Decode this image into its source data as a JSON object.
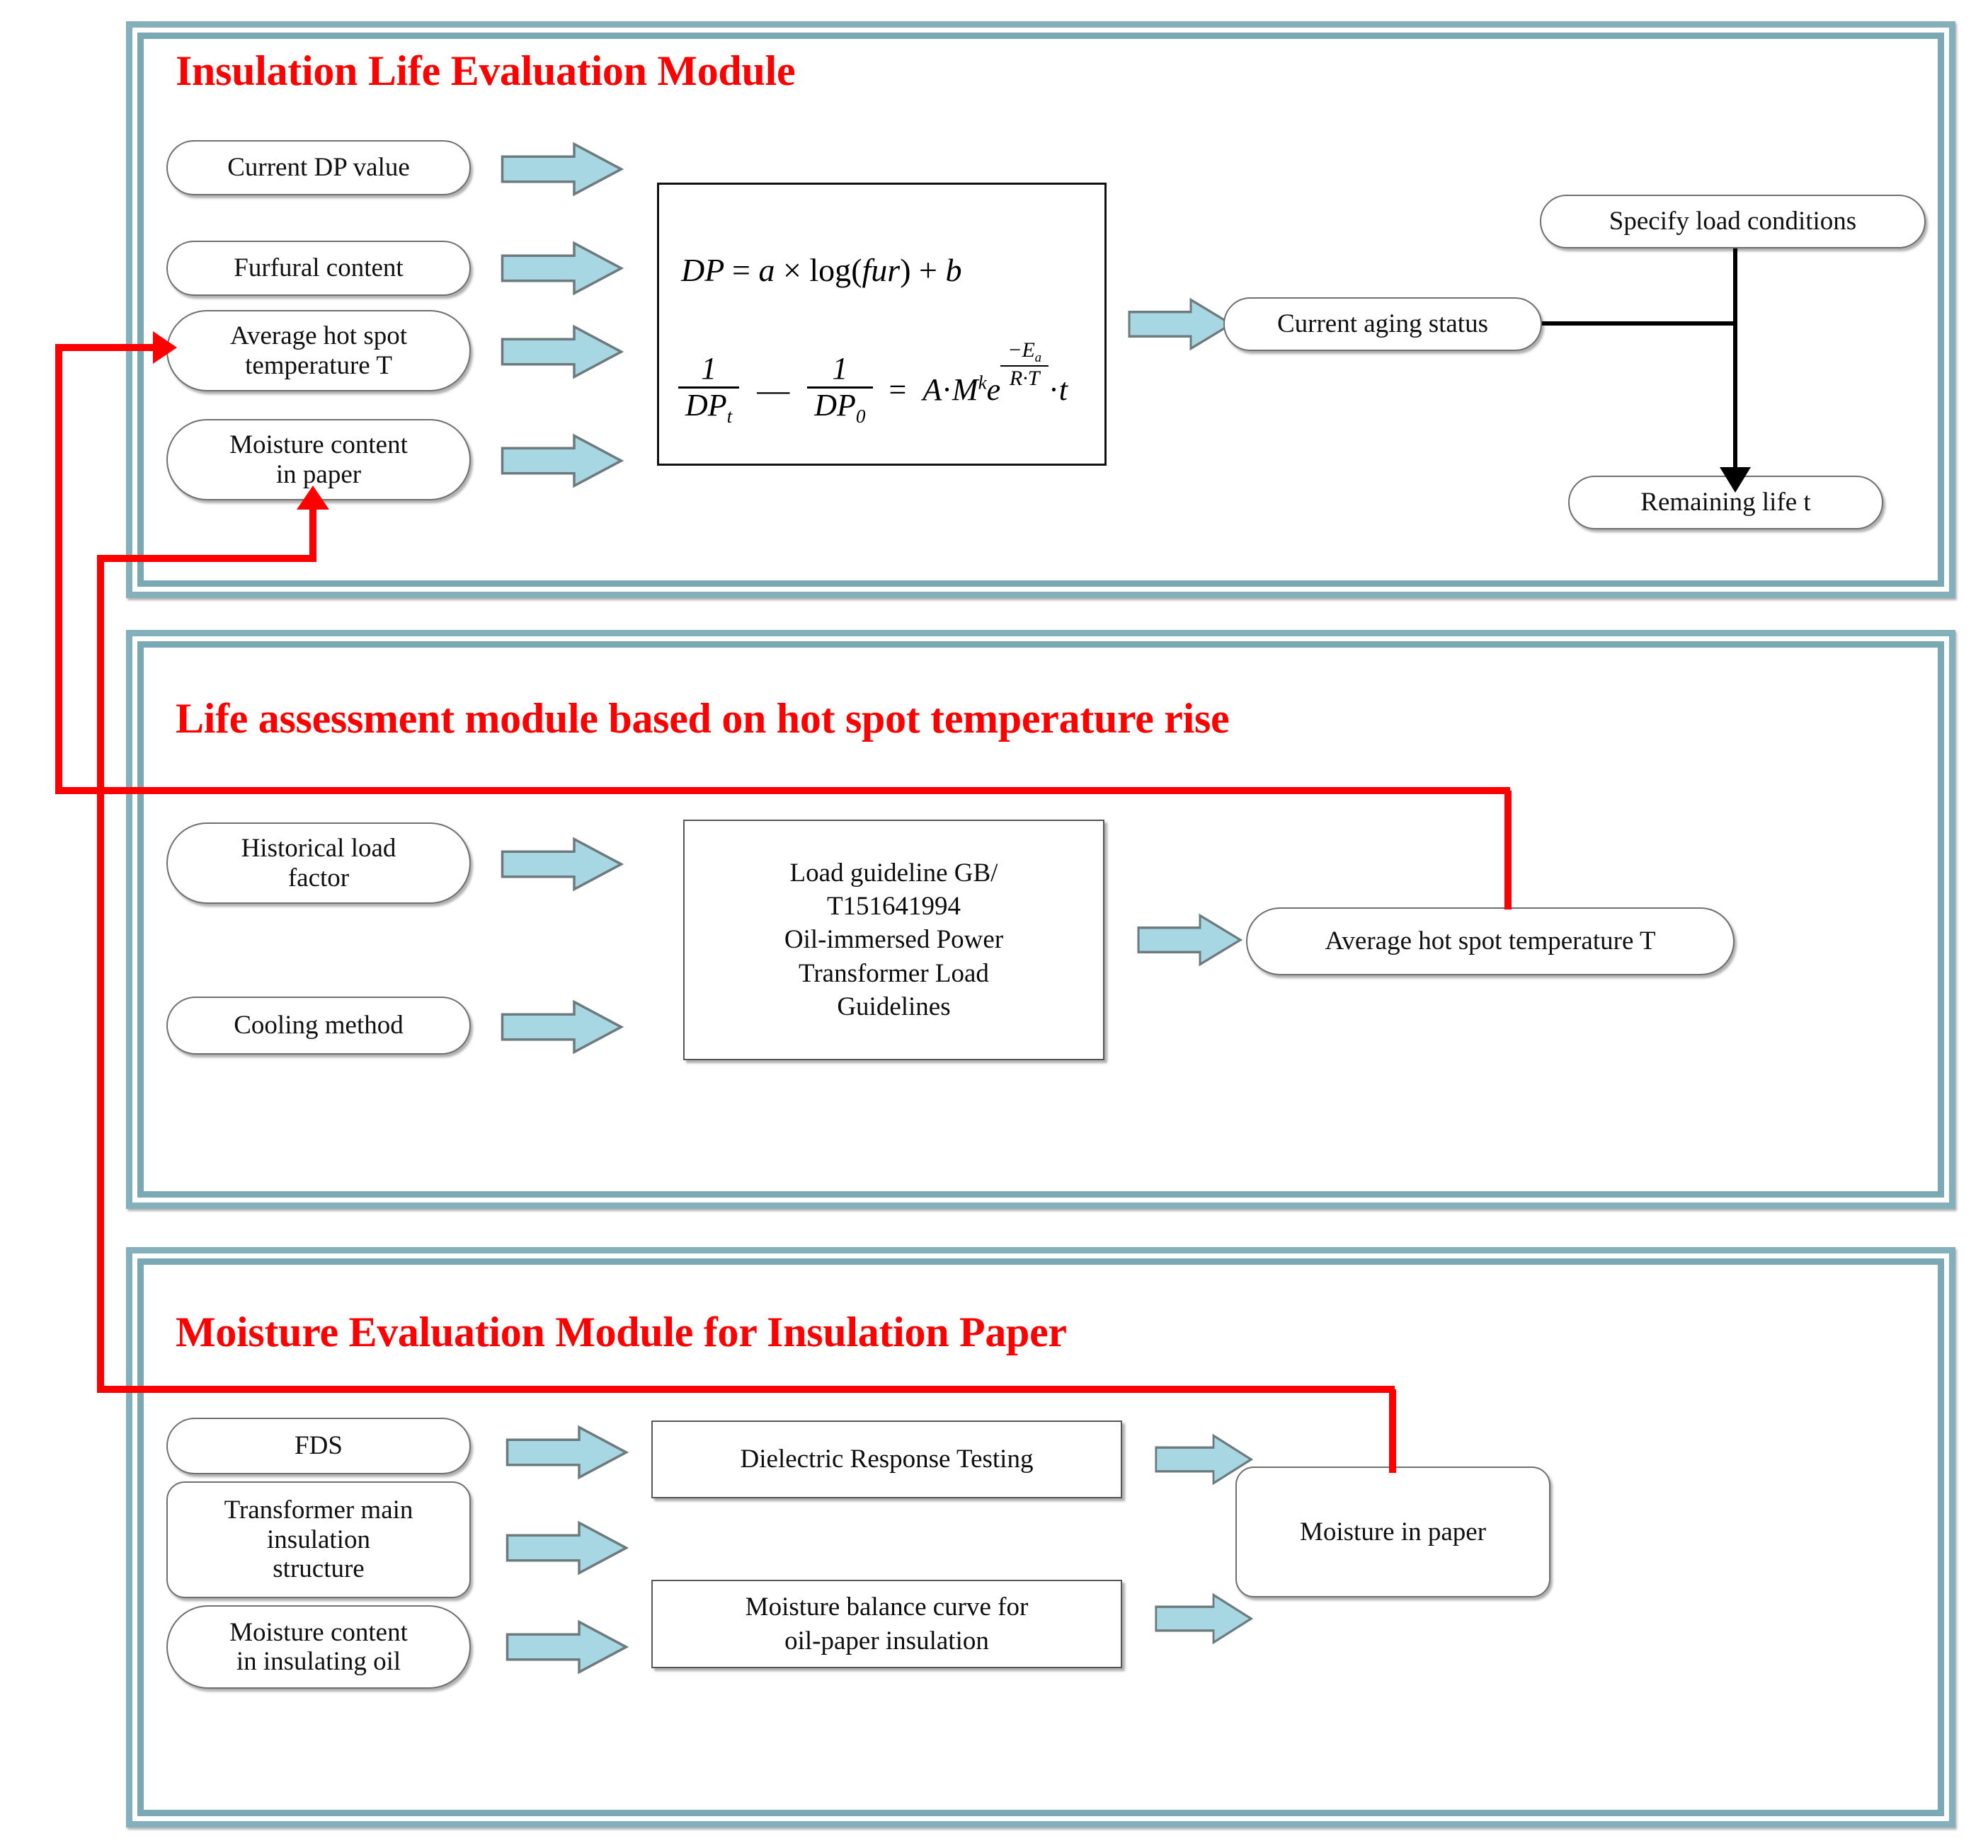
{
  "modules": [
    {
      "id": "insulation-life",
      "title": "Insulation Life Evaluation Module",
      "inputs": [
        "Current DP value",
        "Furfural content",
        "Average hot spot\ntemperature T",
        "Moisture content\nin paper"
      ],
      "formula_box": {
        "line1": "DP = a × log( fur ) + b",
        "line2": "1/DP_t − 1/DP_0 = A · M^k e^{−E_a/(R·T)} · t",
        "symbols": {
          "DP": "DP",
          "a": "a",
          "times": "×",
          "log": "log",
          "fur": "fur",
          "plus_b": "b",
          "one": "1",
          "DP_t": "DP",
          "sub_t": "t",
          "DP_0": "DP",
          "sub_0": "0",
          "minus": "—",
          "equals": "=",
          "A": "A",
          "dot": "·",
          "M": "M",
          "sup_k": "k",
          "e": "e",
          "neg_Ea": "−E",
          "sub_a": "a",
          "RT": "R·T",
          "t": "t"
        }
      },
      "outputs": {
        "current_aging_status": "Current aging status",
        "specify_load_conditions": "Specify load conditions",
        "remaining_life": "Remaining life t"
      }
    },
    {
      "id": "hot-spot-rise",
      "title": "Life assessment module based on hot spot temperature rise",
      "inputs": [
        "Historical load\nfactor",
        "Cooling method"
      ],
      "process": "Load guideline GB/\nT151641994\nOil-immersed Power\nTransformer Load\nGuidelines",
      "output": "Average hot spot temperature T"
    },
    {
      "id": "moisture-evaluation",
      "title": "Moisture Evaluation Module for Insulation Paper",
      "inputs": [
        "FDS",
        "Transformer main\ninsulation\nstructure",
        "Moisture content\nin insulating oil"
      ],
      "processes": [
        "Dielectric Response Testing",
        "Moisture balance curve for\noil-paper insulation"
      ],
      "output": "Moisture in paper"
    }
  ],
  "colors": {
    "title_red": "#ff0000",
    "module_border_teal": "#7aa8b4",
    "arrow_fill": "#a7d7e2",
    "arrow_stroke": "#6d7a7e",
    "feedback_red": "#ff0000",
    "connector_black": "#000000",
    "node_stroke": "#6f6f6f"
  },
  "feedback_links": [
    {
      "name": "hot-spot-temperature-feedback",
      "from": "Average hot spot temperature T",
      "to": "Average hot spot\ntemperature T"
    },
    {
      "name": "moisture-in-paper-feedback",
      "from": "Moisture in paper",
      "to": "Moisture content\nin paper"
    }
  ]
}
